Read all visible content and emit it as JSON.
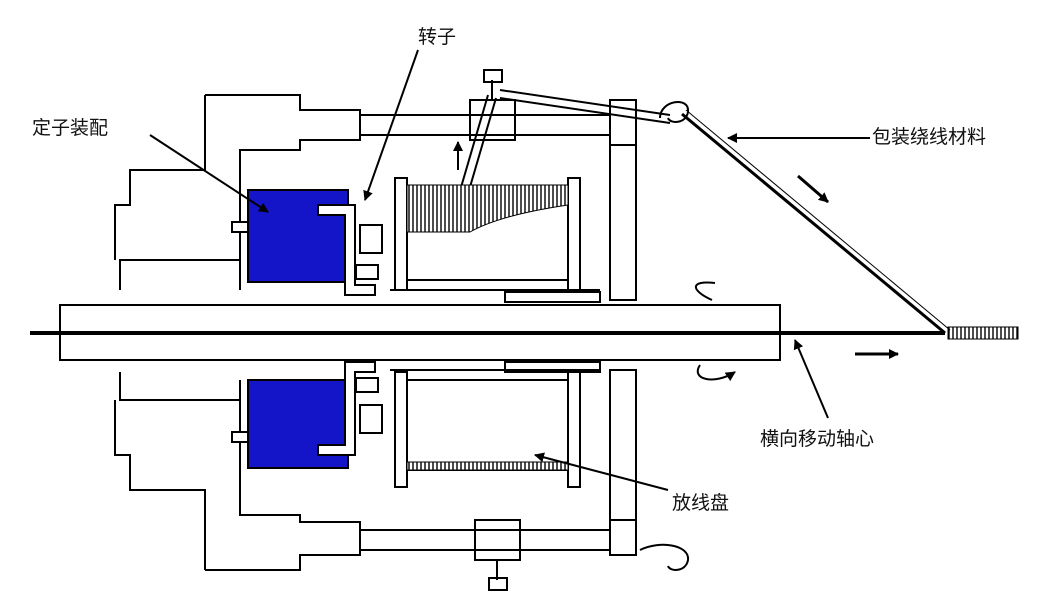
{
  "labels": {
    "stator": "定子装配",
    "rotor": "转子",
    "wrapping_material": "包装绕线材料",
    "traverse_shaft": "横向移动轴心",
    "pay_off_reel": "放线盘"
  },
  "colors": {
    "stator_fill": "#1414c8",
    "line": "#000000",
    "background": "#ffffff"
  }
}
